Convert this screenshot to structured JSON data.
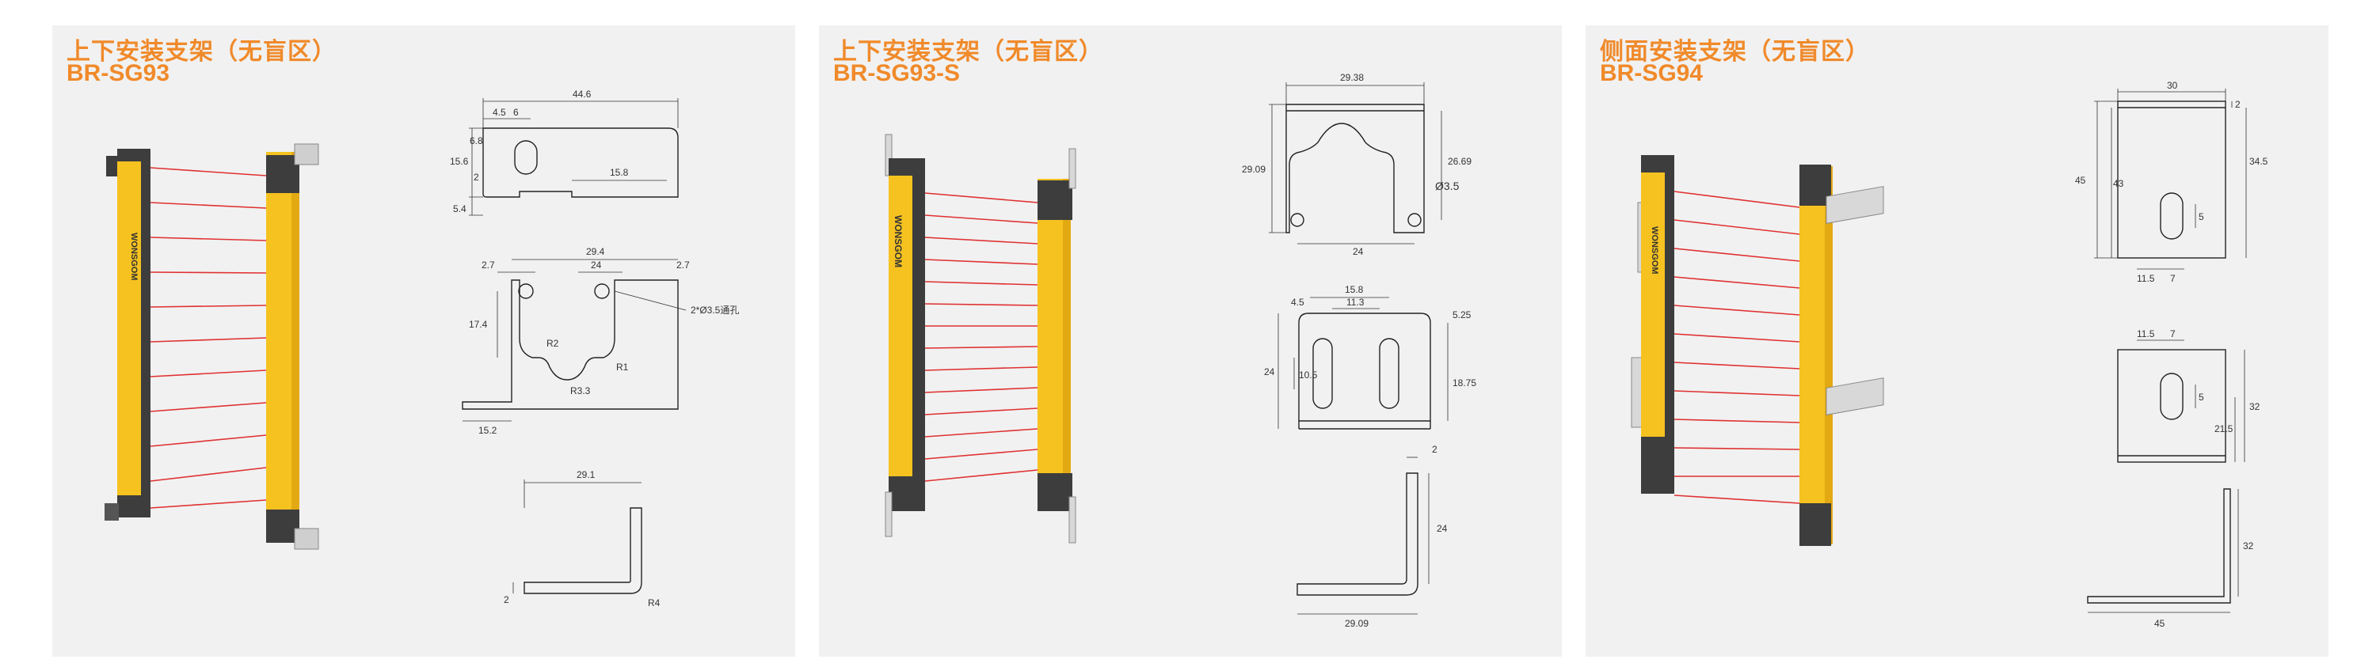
{
  "colors": {
    "accent": "#f08a2a",
    "panel_bg": "#f1f1f1",
    "beam": "#e03030",
    "yellow": "#f5c220",
    "housing": "#3d3d3d"
  },
  "panels": [
    {
      "title_cn": "上下安装支架（无盲区）",
      "model": "BR-SG93",
      "brand_mark": "WONSGOM",
      "dims": {
        "d44_6": "44.6",
        "d4_5": "4.5",
        "d6": "6",
        "d6_8": "6.8",
        "d15_6": "15.6",
        "d2a": "2",
        "d15_8": "15.8",
        "d5_4": "5.4",
        "d29_4": "29.4",
        "d2_7a": "2.7",
        "d24": "24",
        "d2_7b": "2.7",
        "hole_note": "2*Ø3.5通孔",
        "d17_4": "17.4",
        "r2": "R2",
        "r1": "R1",
        "r3_3": "R3.3",
        "d15_2": "15.2",
        "d29_1": "29.1",
        "d2b": "2",
        "r4": "R4"
      }
    },
    {
      "title_cn": "上下安装支架（无盲区）",
      "model": "BR-SG93-S",
      "brand_mark": "WONSGOM",
      "dims": {
        "d29_38": "29.38",
        "d29_09": "29.09",
        "d26_69": "26.69",
        "d3_5": "Ø3.5",
        "d24a": "24",
        "d15_8": "15.8",
        "d4_5": "4.5",
        "d11_3": "11.3",
        "d5_25": "5.25",
        "d24b": "24",
        "d10_5": "10.5",
        "d18_75": "18.75",
        "d2": "2",
        "d24c": "24",
        "d29_09b": "29.09"
      }
    },
    {
      "title_cn": "侧面安装支架（无盲区）",
      "model": "BR-SG94",
      "brand_mark": "WONSGOM",
      "dims": {
        "d30": "30",
        "d2a": "2",
        "d45a": "45",
        "d43": "43",
        "d34_5": "34.5",
        "d5a": "5",
        "d11_5a": "11.5",
        "d7a": "7",
        "d11_5b": "11.5",
        "d7b": "7",
        "d5b": "5",
        "d32a": "32",
        "d21_5": "21.5",
        "d32b": "32",
        "d45b": "45"
      }
    }
  ]
}
